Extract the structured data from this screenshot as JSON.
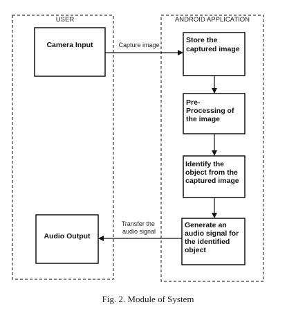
{
  "lanes": {
    "user": {
      "title": "USER"
    },
    "android": {
      "title": "ANDROID APPLICATION"
    }
  },
  "nodes": {
    "camera_input": {
      "lines": [
        "Camera Input"
      ]
    },
    "audio_output": {
      "lines": [
        "Audio Output"
      ]
    },
    "store_image": {
      "lines": [
        "Store the",
        "captured image"
      ]
    },
    "preprocessing": {
      "lines": [
        "Pre-",
        "Processing of",
        "the image"
      ]
    },
    "identify_object": {
      "lines": [
        "Identify the",
        "object from the",
        "captured image"
      ]
    },
    "generate_audio": {
      "lines": [
        "Generate an",
        "audio signal for",
        "the identified",
        "object"
      ]
    }
  },
  "edges": {
    "capture": {
      "lines": [
        "Capture image"
      ]
    },
    "transfer": {
      "lines": [
        "Transfer the",
        "audio signal"
      ]
    }
  },
  "caption": "Fig. 2. Module of System"
}
